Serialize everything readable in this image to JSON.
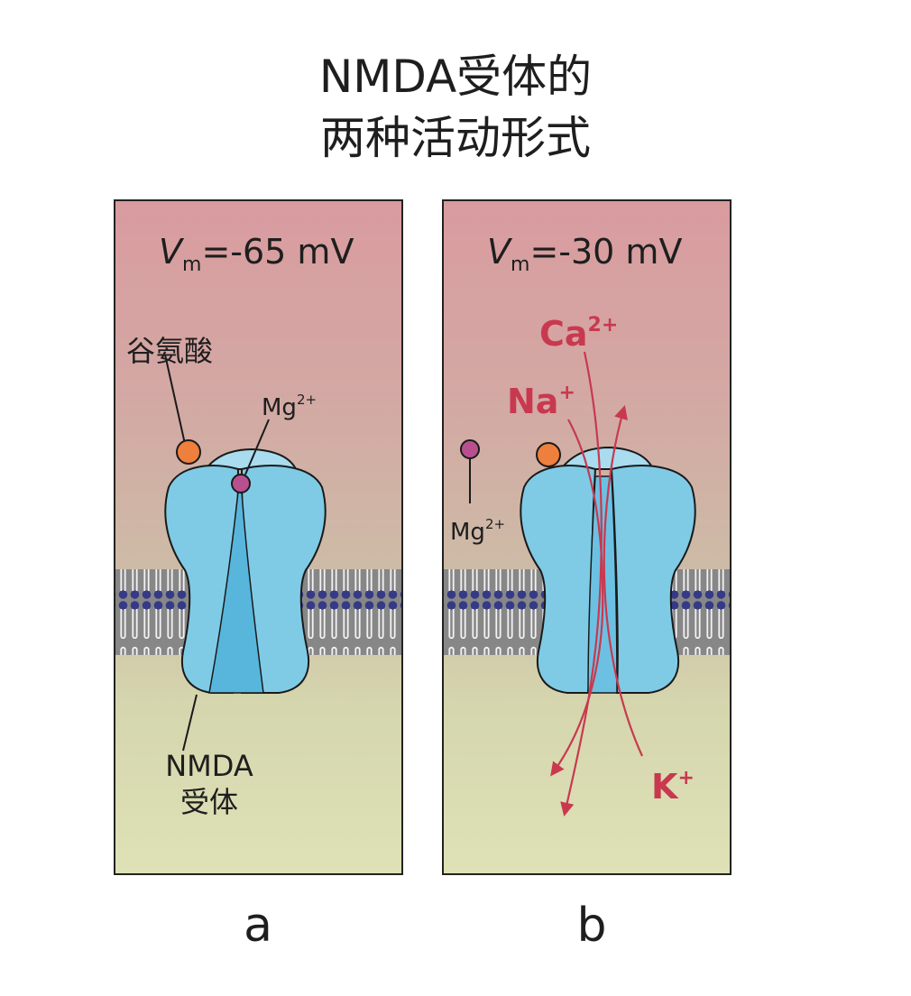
{
  "title": {
    "line1": "NMDA受体的",
    "line2": "两种活动形式"
  },
  "panels": [
    {
      "letter": "a",
      "vm_symbol": "V",
      "vm_sub": "m",
      "vm_value": "=-65 mV",
      "glutamate_label": "谷氨酸",
      "mg_label": "Mg",
      "mg_charge": "2+",
      "receptor_label_1": "NMDA",
      "receptor_label_2": "受体"
    },
    {
      "letter": "b",
      "vm_symbol": "V",
      "vm_sub": "m",
      "vm_value": "=-30 mV",
      "mg_label": "Mg",
      "mg_charge": "2+",
      "ions": {
        "ca": "Ca",
        "ca_charge": "2+",
        "na": "Na",
        "na_charge": "+",
        "k": "K",
        "k_charge": "+"
      }
    }
  ],
  "colors": {
    "extracellular": "#d9a3a3",
    "intracellular": "#dcdfb0",
    "receptor": "#7fcbe6",
    "receptor_dark": "#5ab7dc",
    "glutamate": "#ef7f3c",
    "magnesium": "#b8508f",
    "ion_flow": "#c8394f",
    "membrane_head": "#33367f"
  }
}
